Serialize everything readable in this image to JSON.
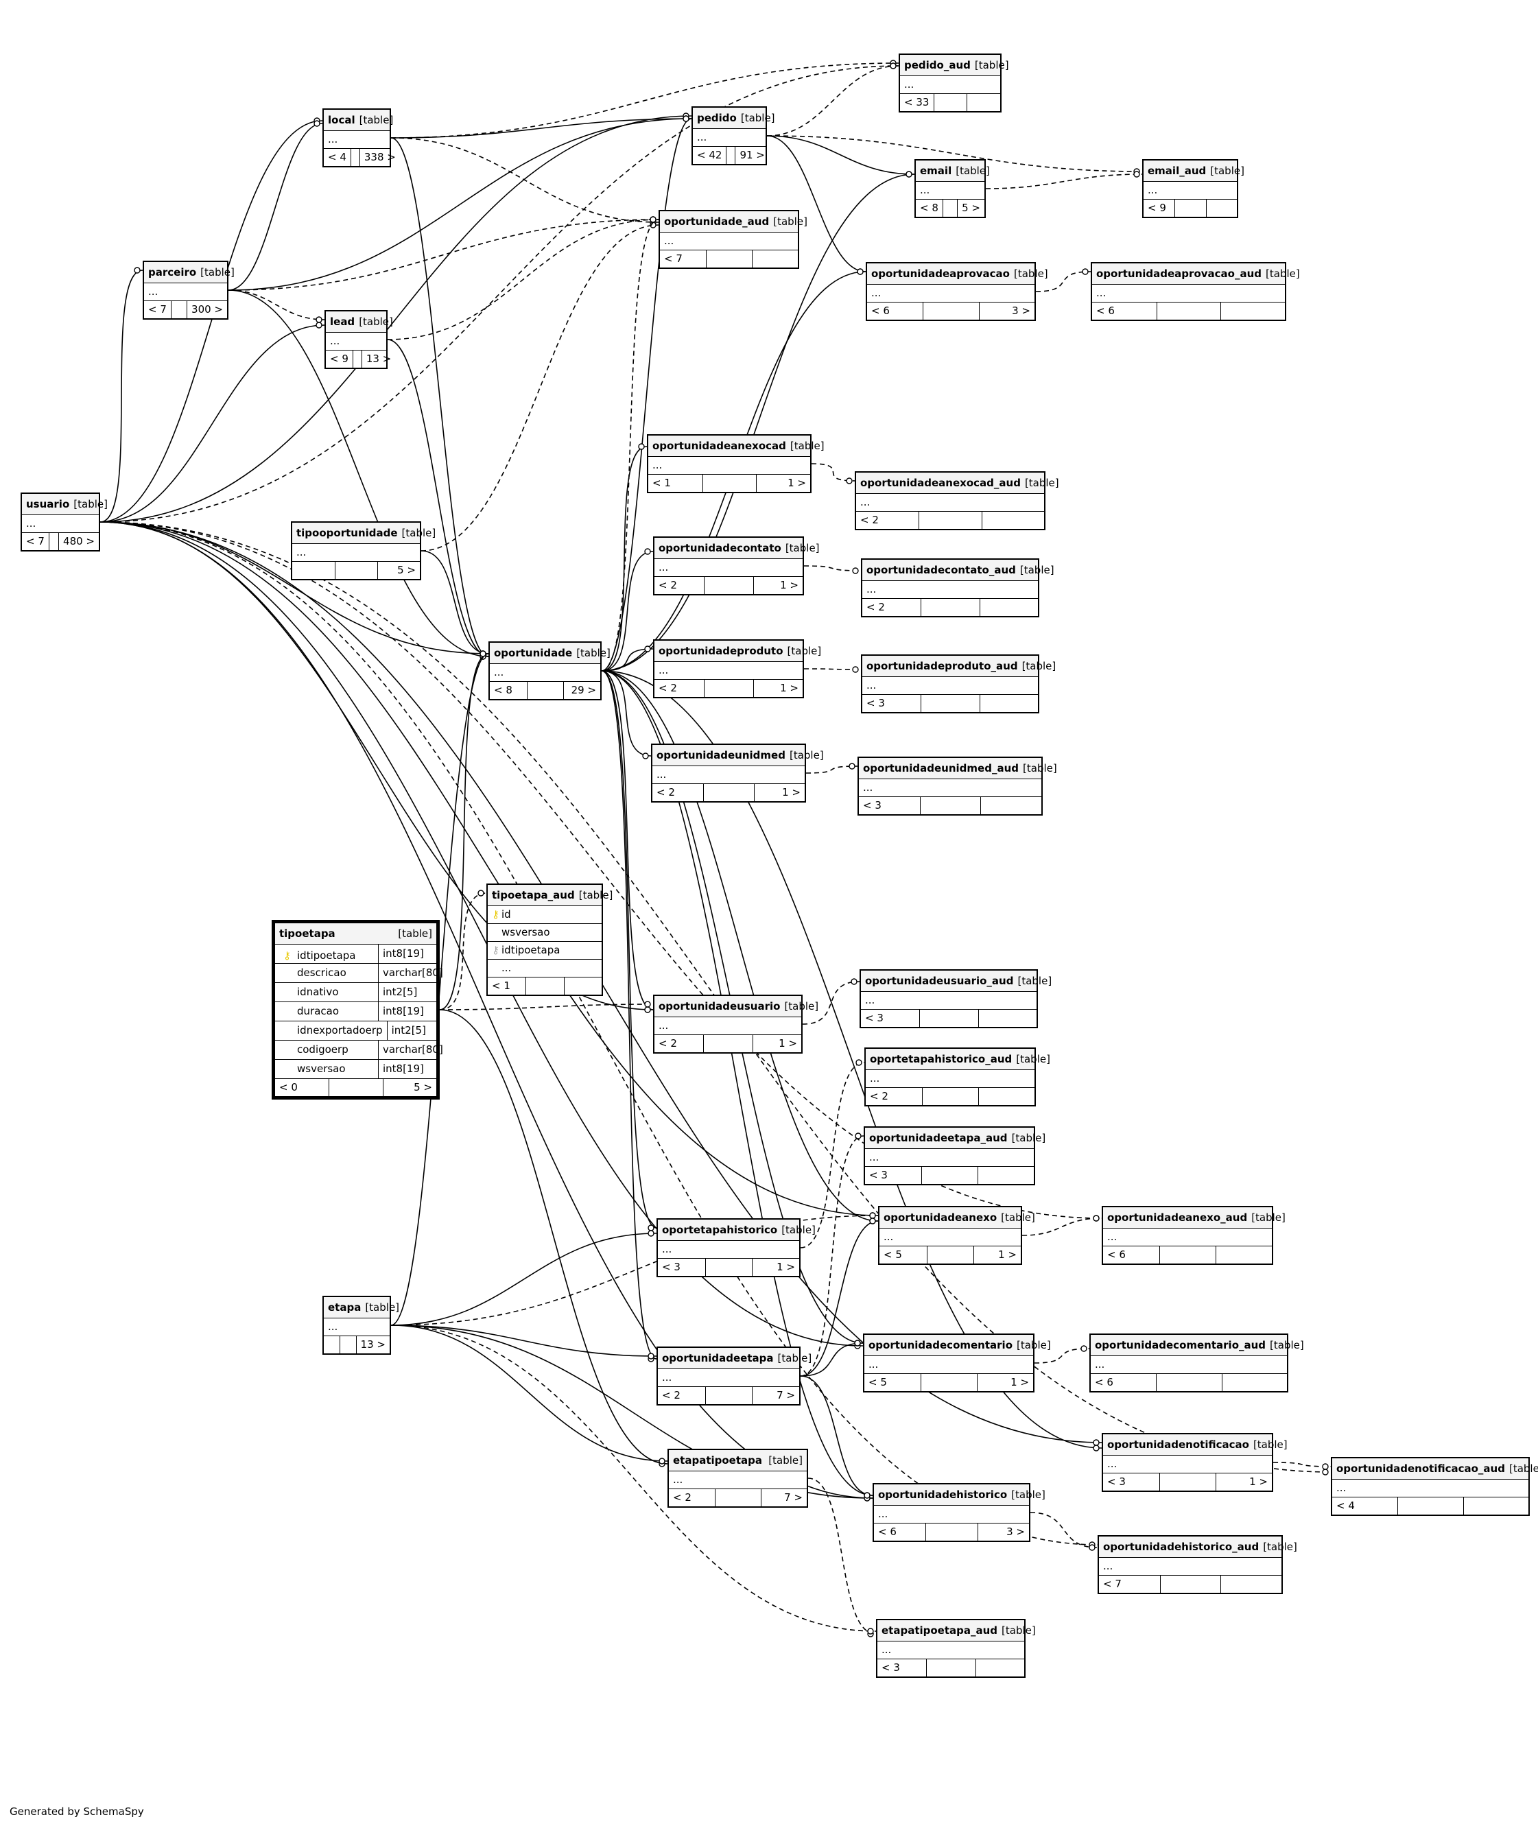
{
  "diagram": {
    "kind_label": "[table]",
    "footer": "Generated by SchemaSpy",
    "tables": [
      {
        "id": "usuario",
        "name": "usuario",
        "kind": "[table]",
        "rows": [
          "..."
        ],
        "foot": [
          "< 7",
          "",
          "480 >"
        ]
      },
      {
        "id": "parceiro",
        "name": "parceiro",
        "kind": "[table]",
        "rows": [
          "..."
        ],
        "foot": [
          "< 7",
          "",
          "300 >"
        ]
      },
      {
        "id": "local",
        "name": "local",
        "kind": "[table]",
        "rows": [
          "..."
        ],
        "foot": [
          "< 4",
          "",
          "338 >"
        ]
      },
      {
        "id": "lead",
        "name": "lead",
        "kind": "[table]",
        "rows": [
          "..."
        ],
        "foot": [
          "< 9",
          "",
          "13 >"
        ]
      },
      {
        "id": "pedido",
        "name": "pedido",
        "kind": "[table]",
        "rows": [
          "..."
        ],
        "foot": [
          "< 42",
          "",
          "91 >"
        ]
      },
      {
        "id": "pedido_aud",
        "name": "pedido_aud",
        "kind": "[table]",
        "rows": [
          "..."
        ],
        "foot": [
          "< 33",
          "",
          ""
        ]
      },
      {
        "id": "email",
        "name": "email",
        "kind": "[table]",
        "rows": [
          "..."
        ],
        "foot": [
          "< 8",
          "",
          "5 >"
        ]
      },
      {
        "id": "email_aud",
        "name": "email_aud",
        "kind": "[table]",
        "rows": [
          "..."
        ],
        "foot": [
          "< 9",
          "",
          ""
        ]
      },
      {
        "id": "oportunidade_aud",
        "name": "oportunidade_aud",
        "kind": "[table]",
        "rows": [
          "..."
        ],
        "foot": [
          "< 7",
          "",
          ""
        ]
      },
      {
        "id": "oportunidadeaprovacao",
        "name": "oportunidadeaprovacao",
        "kind": "[table]",
        "rows": [
          "..."
        ],
        "foot": [
          "< 6",
          "",
          "3 >"
        ]
      },
      {
        "id": "oportunidadeaprovacao_aud",
        "name": "oportunidadeaprovacao_aud",
        "kind": "[table]",
        "rows": [
          "..."
        ],
        "foot": [
          "< 6",
          "",
          ""
        ]
      },
      {
        "id": "oportunidadeanexocad",
        "name": "oportunidadeanexocad",
        "kind": "[table]",
        "rows": [
          "..."
        ],
        "foot": [
          "< 1",
          "",
          "1 >"
        ]
      },
      {
        "id": "oportunidadeanexocad_aud",
        "name": "oportunidadeanexocad_aud",
        "kind": "[table]",
        "rows": [
          "..."
        ],
        "foot": [
          "< 2",
          "",
          ""
        ]
      },
      {
        "id": "tipooportunidade",
        "name": "tipooportunidade",
        "kind": "[table]",
        "rows": [
          "..."
        ],
        "foot": [
          "",
          "",
          "5 >"
        ]
      },
      {
        "id": "oportunidadecontato",
        "name": "oportunidadecontato",
        "kind": "[table]",
        "rows": [
          "..."
        ],
        "foot": [
          "< 2",
          "",
          "1 >"
        ]
      },
      {
        "id": "oportunidadecontato_aud",
        "name": "oportunidadecontato_aud",
        "kind": "[table]",
        "rows": [
          "..."
        ],
        "foot": [
          "< 2",
          "",
          ""
        ]
      },
      {
        "id": "oportunidade",
        "name": "oportunidade",
        "kind": "[table]",
        "rows": [
          "..."
        ],
        "foot": [
          "< 8",
          "",
          "29 >"
        ]
      },
      {
        "id": "oportunidadeproduto",
        "name": "oportunidadeproduto",
        "kind": "[table]",
        "rows": [
          "..."
        ],
        "foot": [
          "< 2",
          "",
          "1 >"
        ]
      },
      {
        "id": "oportunidadeproduto_aud",
        "name": "oportunidadeproduto_aud",
        "kind": "[table]",
        "rows": [
          "..."
        ],
        "foot": [
          "< 3",
          "",
          ""
        ]
      },
      {
        "id": "oportunidadeunidmed",
        "name": "oportunidadeunidmed",
        "kind": "[table]",
        "rows": [
          "..."
        ],
        "foot": [
          "< 2",
          "",
          "1 >"
        ]
      },
      {
        "id": "oportunidadeunidmed_aud",
        "name": "oportunidadeunidmed_aud",
        "kind": "[table]",
        "rows": [
          "..."
        ],
        "foot": [
          "< 3",
          "",
          ""
        ]
      },
      {
        "id": "tipoetapa_aud",
        "name": "tipoetapa_aud",
        "kind": "[table]",
        "rows": [
          "id",
          "wsversao",
          "idtipoetapa",
          "..."
        ],
        "foot": [
          "< 1",
          "",
          ""
        ]
      },
      {
        "id": "oportunidadeusuario_aud",
        "name": "oportunidadeusuario_aud",
        "kind": "[table]",
        "rows": [
          "..."
        ],
        "foot": [
          "< 3",
          "",
          ""
        ]
      },
      {
        "id": "oportunidadeusuario",
        "name": "oportunidadeusuario",
        "kind": "[table]",
        "rows": [
          "..."
        ],
        "foot": [
          "< 2",
          "",
          "1 >"
        ]
      },
      {
        "id": "oportetapahistorico_aud",
        "name": "oportetapahistorico_aud",
        "kind": "[table]",
        "rows": [
          "..."
        ],
        "foot": [
          "< 2",
          "",
          ""
        ]
      },
      {
        "id": "oportunidadeetapa_aud",
        "name": "oportunidadeetapa_aud",
        "kind": "[table]",
        "rows": [
          "..."
        ],
        "foot": [
          "< 3",
          "",
          ""
        ]
      },
      {
        "id": "oportunidadeanexo",
        "name": "oportunidadeanexo",
        "kind": "[table]",
        "rows": [
          "..."
        ],
        "foot": [
          "< 5",
          "",
          "1 >"
        ]
      },
      {
        "id": "oportunidadeanexo_aud",
        "name": "oportunidadeanexo_aud",
        "kind": "[table]",
        "rows": [
          "..."
        ],
        "foot": [
          "< 6",
          "",
          ""
        ]
      },
      {
        "id": "oportetapahistorico",
        "name": "oportetapahistorico",
        "kind": "[table]",
        "rows": [
          "..."
        ],
        "foot": [
          "< 3",
          "",
          "1 >"
        ]
      },
      {
        "id": "etapa",
        "name": "etapa",
        "kind": "[table]",
        "rows": [
          "..."
        ],
        "foot": [
          "",
          "",
          "13 >"
        ]
      },
      {
        "id": "oportunidadeetapa",
        "name": "oportunidadeetapa",
        "kind": "[table]",
        "rows": [
          "..."
        ],
        "foot": [
          "< 2",
          "",
          "7 >"
        ]
      },
      {
        "id": "oportunidadecomentario",
        "name": "oportunidadecomentario",
        "kind": "[table]",
        "rows": [
          "..."
        ],
        "foot": [
          "< 5",
          "",
          "1 >"
        ]
      },
      {
        "id": "oportunidadecomentario_aud",
        "name": "oportunidadecomentario_aud",
        "kind": "[table]",
        "rows": [
          "..."
        ],
        "foot": [
          "< 6",
          "",
          ""
        ]
      },
      {
        "id": "etapatipoetapa",
        "name": "etapatipoetapa",
        "kind": "[table]",
        "rows": [
          "..."
        ],
        "foot": [
          "< 2",
          "",
          "7 >"
        ]
      },
      {
        "id": "oportunidadenotificacao",
        "name": "oportunidadenotificacao",
        "kind": "[table]",
        "rows": [
          "..."
        ],
        "foot": [
          "< 3",
          "",
          "1 >"
        ]
      },
      {
        "id": "oportunidadenotificacao_aud",
        "name": "oportunidadenotificacao_aud",
        "kind": "[table]",
        "rows": [
          "..."
        ],
        "foot": [
          "< 4",
          "",
          ""
        ]
      },
      {
        "id": "oportunidadehistorico",
        "name": "oportunidadehistorico",
        "kind": "[table]",
        "rows": [
          "..."
        ],
        "foot": [
          "< 6",
          "",
          "3 >"
        ]
      },
      {
        "id": "oportunidadehistorico_aud",
        "name": "oportunidadehistorico_aud",
        "kind": "[table]",
        "rows": [
          "..."
        ],
        "foot": [
          "< 7",
          "",
          ""
        ]
      },
      {
        "id": "etapatipoetapa_aud",
        "name": "etapatipoetapa_aud",
        "kind": "[table]",
        "rows": [
          "..."
        ],
        "foot": [
          "< 3",
          "",
          ""
        ]
      }
    ],
    "focus_table": {
      "name": "tipoetapa",
      "kind": "[table]",
      "columns": [
        {
          "name": "idtipoetapa",
          "type": "int8[19]",
          "pk": true
        },
        {
          "name": "descricao",
          "type": "varchar[80]"
        },
        {
          "name": "idnativo",
          "type": "int2[5]"
        },
        {
          "name": "duracao",
          "type": "int8[19]"
        },
        {
          "name": "idnexportadoerp",
          "type": "int2[5]"
        },
        {
          "name": "codigoerp",
          "type": "varchar[80]"
        },
        {
          "name": "wsversao",
          "type": "int8[19]"
        }
      ],
      "foot": [
        "< 0",
        "",
        "5 >"
      ]
    },
    "relationships": [
      {
        "from": "usuario",
        "to": "parceiro",
        "style": "solid"
      },
      {
        "from": "usuario",
        "to": "local",
        "style": "solid"
      },
      {
        "from": "usuario",
        "to": "lead",
        "style": "solid"
      },
      {
        "from": "usuario",
        "to": "pedido",
        "style": "solid"
      },
      {
        "from": "usuario",
        "to": "oportunidade",
        "style": "solid"
      },
      {
        "from": "usuario",
        "to": "oportunidadeusuario",
        "style": "solid"
      },
      {
        "from": "usuario",
        "to": "oportunidadeanexo",
        "style": "solid"
      },
      {
        "from": "usuario",
        "to": "oportunidadecomentario",
        "style": "solid"
      },
      {
        "from": "usuario",
        "to": "oportunidadehistorico",
        "style": "solid"
      },
      {
        "from": "usuario",
        "to": "oportunidadenotificacao",
        "style": "solid"
      },
      {
        "from": "usuario",
        "to": "pedido_aud",
        "style": "dashed"
      },
      {
        "from": "usuario",
        "to": "oportunidadenotificacao_aud",
        "style": "dashed"
      },
      {
        "from": "usuario",
        "to": "oportunidadehistorico_aud",
        "style": "dashed"
      },
      {
        "from": "usuario",
        "to": "oportunidadeanexo_aud",
        "style": "dashed"
      },
      {
        "from": "parceiro",
        "to": "local",
        "style": "solid"
      },
      {
        "from": "parceiro",
        "to": "lead",
        "style": "dashed"
      },
      {
        "from": "parceiro",
        "to": "pedido",
        "style": "solid"
      },
      {
        "from": "parceiro",
        "to": "oportunidade",
        "style": "solid"
      },
      {
        "from": "parceiro",
        "to": "oportunidade_aud",
        "style": "dashed"
      },
      {
        "from": "local",
        "to": "pedido",
        "style": "solid"
      },
      {
        "from": "local",
        "to": "oportunidade",
        "style": "solid"
      },
      {
        "from": "local",
        "to": "pedido_aud",
        "style": "dashed"
      },
      {
        "from": "local",
        "to": "oportunidade_aud",
        "style": "dashed"
      },
      {
        "from": "lead",
        "to": "oportunidade",
        "style": "solid"
      },
      {
        "from": "lead",
        "to": "oportunidade_aud",
        "style": "dashed"
      },
      {
        "from": "pedido",
        "to": "pedido_aud",
        "style": "dashed"
      },
      {
        "from": "pedido",
        "to": "email",
        "style": "solid"
      },
      {
        "from": "pedido",
        "to": "oportunidadeaprovacao",
        "style": "solid"
      },
      {
        "from": "pedido",
        "to": "email_aud",
        "style": "dashed"
      },
      {
        "from": "email",
        "to": "email_aud",
        "style": "dashed"
      },
      {
        "from": "oportunidadeaprovacao",
        "to": "oportunidadeaprovacao_aud",
        "style": "dashed"
      },
      {
        "from": "tipooportunidade",
        "to": "oportunidade",
        "style": "solid"
      },
      {
        "from": "tipooportunidade",
        "to": "oportunidade_aud",
        "style": "dashed"
      },
      {
        "from": "oportunidade",
        "to": "oportunidade_aud",
        "style": "dashed"
      },
      {
        "from": "oportunidade",
        "to": "pedido",
        "style": "solid"
      },
      {
        "from": "oportunidade",
        "to": "email",
        "style": "solid"
      },
      {
        "from": "oportunidade",
        "to": "oportunidadeaprovacao",
        "style": "solid"
      },
      {
        "from": "oportunidade",
        "to": "oportunidadeanexocad",
        "style": "solid"
      },
      {
        "from": "oportunidade",
        "to": "oportunidadecontato",
        "style": "solid"
      },
      {
        "from": "oportunidade",
        "to": "oportunidadeproduto",
        "style": "solid"
      },
      {
        "from": "oportunidade",
        "to": "oportunidadeunidmed",
        "style": "solid"
      },
      {
        "from": "oportunidade",
        "to": "oportunidadeusuario",
        "style": "solid"
      },
      {
        "from": "oportunidade",
        "to": "oportetapahistorico",
        "style": "solid"
      },
      {
        "from": "oportunidade",
        "to": "oportunidadeetapa",
        "style": "solid"
      },
      {
        "from": "oportunidade",
        "to": "oportunidadeanexo",
        "style": "solid"
      },
      {
        "from": "oportunidade",
        "to": "oportunidadecomentario",
        "style": "solid"
      },
      {
        "from": "oportunidade",
        "to": "oportunidadehistorico",
        "style": "solid"
      },
      {
        "from": "oportunidade",
        "to": "oportunidadenotificacao",
        "style": "solid"
      },
      {
        "from": "oportunidadeanexocad",
        "to": "oportunidadeanexocad_aud",
        "style": "dashed"
      },
      {
        "from": "oportunidadecontato",
        "to": "oportunidadecontato_aud",
        "style": "dashed"
      },
      {
        "from": "oportunidadeproduto",
        "to": "oportunidadeproduto_aud",
        "style": "dashed"
      },
      {
        "from": "oportunidadeunidmed",
        "to": "oportunidadeunidmed_aud",
        "style": "dashed"
      },
      {
        "from": "oportunidadeusuario",
        "to": "oportunidadeusuario_aud",
        "style": "dashed"
      },
      {
        "from": "oportetapahistorico",
        "to": "oportetapahistorico_aud",
        "style": "dashed"
      },
      {
        "from": "oportunidadeetapa",
        "to": "oportunidadeetapa_aud",
        "style": "dashed"
      },
      {
        "from": "oportunidadeanexo",
        "to": "oportunidadeanexo_aud",
        "style": "dashed"
      },
      {
        "from": "oportunidadecomentario",
        "to": "oportunidadecomentario_aud",
        "style": "dashed"
      },
      {
        "from": "oportunidadenotificacao",
        "to": "oportunidadenotificacao_aud",
        "style": "dashed"
      },
      {
        "from": "oportunidadehistorico",
        "to": "oportunidadehistorico_aud",
        "style": "dashed"
      },
      {
        "from": "etapatipoetapa",
        "to": "etapatipoetapa_aud",
        "style": "dashed"
      },
      {
        "from": "tipoetapa",
        "to": "tipoetapa_aud",
        "style": "dashed"
      },
      {
        "from": "tipoetapa",
        "to": "oportunidade",
        "style": "solid"
      },
      {
        "from": "tipoetapa",
        "to": "etapatipoetapa",
        "style": "solid"
      },
      {
        "from": "tipoetapa",
        "to": "oportunidadeusuario",
        "style": "dashed"
      },
      {
        "from": "etapa",
        "to": "oportunidade",
        "style": "solid"
      },
      {
        "from": "etapa",
        "to": "oportetapahistorico",
        "style": "solid"
      },
      {
        "from": "etapa",
        "to": "oportunidadeetapa",
        "style": "solid"
      },
      {
        "from": "etapa",
        "to": "etapatipoetapa",
        "style": "solid"
      },
      {
        "from": "etapa",
        "to": "oportunidadehistorico",
        "style": "solid"
      },
      {
        "from": "etapa",
        "to": "oportunidadeanexo",
        "style": "dashed"
      },
      {
        "from": "etapa",
        "to": "etapatipoetapa_aud",
        "style": "dashed"
      },
      {
        "from": "oportunidadeetapa",
        "to": "oportunidadeanexo",
        "style": "solid"
      },
      {
        "from": "oportunidadeetapa",
        "to": "oportunidadecomentario",
        "style": "solid"
      },
      {
        "from": "oportunidadeetapa",
        "to": "oportunidadehistorico",
        "style": "solid"
      }
    ]
  }
}
